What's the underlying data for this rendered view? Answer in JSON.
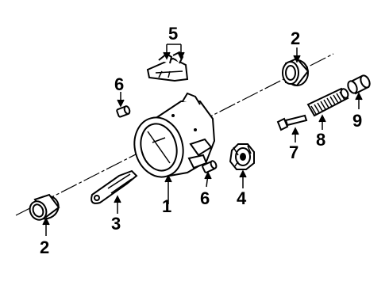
{
  "diagram": {
    "type": "exploded parts diagram",
    "callouts": [
      {
        "id": "c1",
        "text": "1",
        "part": "housing"
      },
      {
        "id": "c2a",
        "text": "2",
        "part": "bearing (lower left)"
      },
      {
        "id": "c2b",
        "text": "2",
        "part": "bearing (upper right)"
      },
      {
        "id": "c3",
        "text": "3",
        "part": "lever bracket"
      },
      {
        "id": "c4",
        "text": "4",
        "part": "gear"
      },
      {
        "id": "c5",
        "text": "5",
        "part": "lock mechanism"
      },
      {
        "id": "c6a",
        "text": "6",
        "part": "screw (upper)"
      },
      {
        "id": "c6b",
        "text": "6",
        "part": "screw (lower)"
      },
      {
        "id": "c7",
        "text": "7",
        "part": "bolt"
      },
      {
        "id": "c8",
        "text": "8",
        "part": "spring"
      },
      {
        "id": "c9",
        "text": "9",
        "part": "sleeve"
      }
    ]
  }
}
